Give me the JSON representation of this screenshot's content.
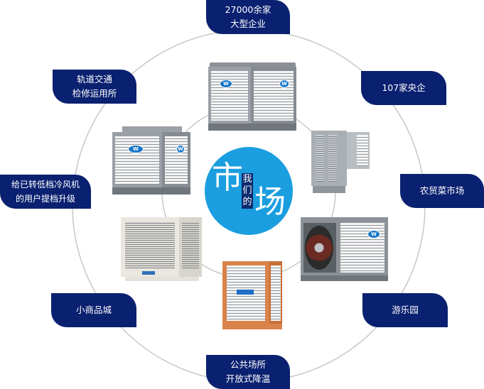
{
  "center": {
    "char_top": "市",
    "chars_middle": [
      "我",
      "们",
      "的"
    ],
    "char_bottom": "场",
    "color": "#1a9ee0",
    "highlight_color": "#0a2a6e"
  },
  "badge_color": "#0a2070",
  "ring_color": "#c8c8c8",
  "badges": [
    {
      "lines": [
        "27000余家",
        "大型企业"
      ]
    },
    {
      "lines": [
        "107家央企"
      ]
    },
    {
      "lines": [
        "农贸菜市场"
      ]
    },
    {
      "lines": [
        "游乐园"
      ]
    },
    {
      "lines": [
        "公共场所",
        "开放式降温"
      ]
    },
    {
      "lines": [
        "小商品城"
      ]
    },
    {
      "lines": [
        "给已转低档冷风机",
        "的用户提档升级"
      ]
    },
    {
      "lines": [
        "轨道交通",
        "检修运用所"
      ]
    }
  ],
  "products": [
    {
      "name": "gray-cooler-top",
      "brand_icon": "brand-logo-icon"
    },
    {
      "name": "gray-side-cooler",
      "brand_icon": "none"
    },
    {
      "name": "fan-cooler",
      "brand_icon": "brand-logo-icon"
    },
    {
      "name": "orange-cooler",
      "brand_icon": "brand-label"
    },
    {
      "name": "white-cooler",
      "brand_icon": "brand-label"
    },
    {
      "name": "gray-cooler-left",
      "brand_icon": "brand-logo-icon"
    }
  ]
}
